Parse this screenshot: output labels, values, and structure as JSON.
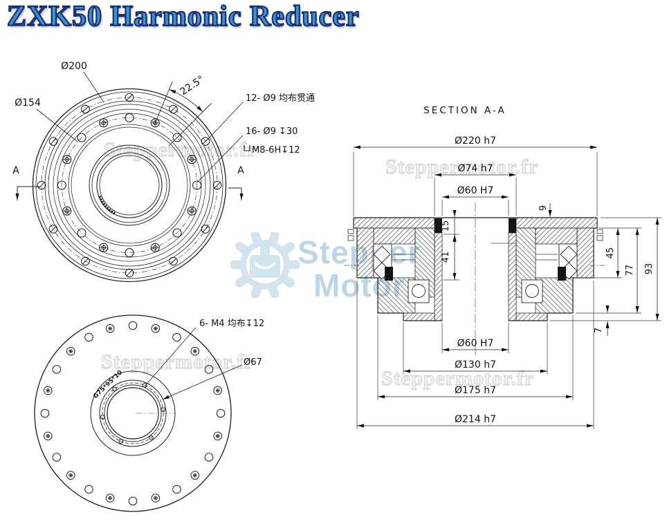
{
  "title": {
    "text": "ZXK50 Harmonic Reducer",
    "fill_color": "#3f93c8",
    "outline_color": "#17307c"
  },
  "watermarks": {
    "tile_text": "Steppermotor.fr",
    "logo": {
      "line1": "Stepper",
      "line2": "Motor",
      "color": "#bcd6e8"
    }
  },
  "front_view": {
    "dim_d200": "Ø200",
    "dim_d154": "Ø154",
    "dim_angle": "22.5°",
    "note_12_holes": "12- Ø9 均布贯通",
    "note_16_holes": "16- Ø9 ↧30",
    "note_16_thread": "M8-6H↧12",
    "section_marker_left": "A",
    "section_marker_right": "A"
  },
  "bottom_view": {
    "note_6_holes": "6- M4 均布↧12",
    "dim_d67": "Ø67",
    "engraving": "G75*95*10"
  },
  "section_view": {
    "label": "SECTION A-A",
    "dim_d220": "Ø220 h7",
    "dim_d74": "Ø74 h7",
    "dim_d60_top": "Ø60 H7",
    "dim_9": "9",
    "dim_15": "15",
    "dim_41": "41",
    "dim_45": "45",
    "dim_77": "77",
    "dim_93": "93",
    "dim_7": "7",
    "dim_d60_bottom": "Ø60 H7",
    "dim_d130": "Ø130 h7",
    "dim_d175": "Ø175 h7",
    "dim_d214": "Ø214 h7"
  },
  "line_color": "#1c1c1c"
}
